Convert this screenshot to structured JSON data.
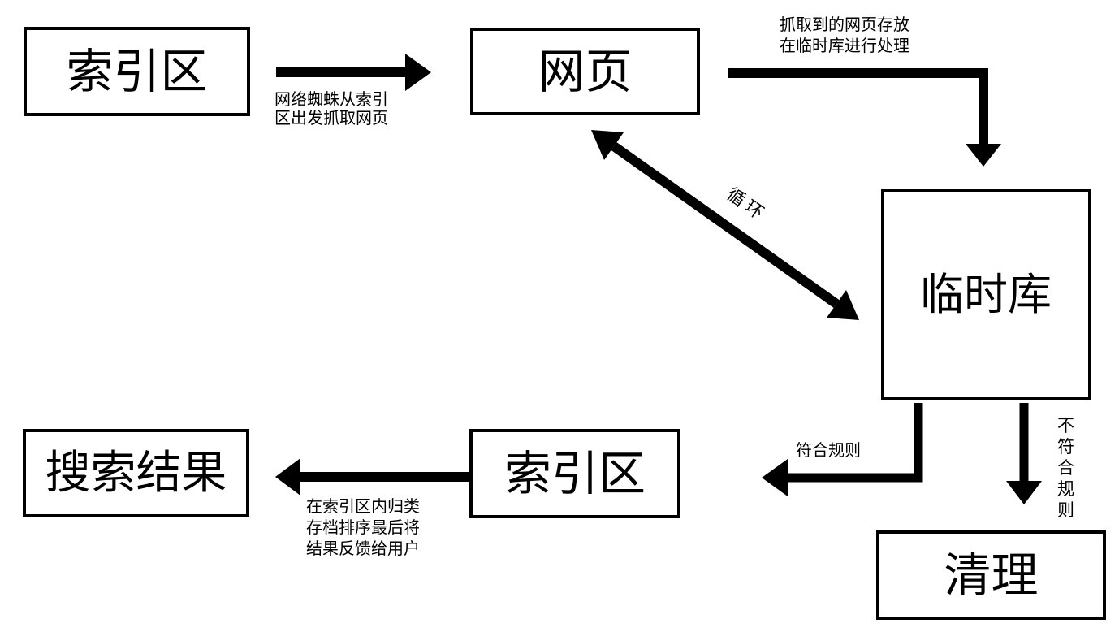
{
  "diagram": {
    "colors": {
      "ink": "#000000",
      "node_fill": "#ffffff",
      "background": "#ffffff"
    },
    "nodes": [
      {
        "id": "index_area_top",
        "label": "索引区"
      },
      {
        "id": "webpage",
        "label": "网页"
      },
      {
        "id": "temp_store",
        "label": "临时库"
      },
      {
        "id": "index_area_bottom",
        "label": "索引区"
      },
      {
        "id": "search_results",
        "label": "搜索结果"
      },
      {
        "id": "cleanup",
        "label": "清理"
      }
    ],
    "edges": [
      {
        "id": "spider_crawl",
        "from": "index_area_top",
        "to": "webpage",
        "direction": "right",
        "label_lines": [
          "网络蜘蛛从索引",
          "区出发抓取网页"
        ]
      },
      {
        "id": "store_in_temp",
        "from": "webpage",
        "to": "temp_store",
        "direction": "right-then-down",
        "label_lines": [
          "抓取到的网页存放",
          "在临时库进行处理"
        ]
      },
      {
        "id": "loop",
        "from": "webpage",
        "to": "temp_store",
        "direction": "bidirectional-diagonal",
        "label_lines": [
          "循环"
        ]
      },
      {
        "id": "match_rules",
        "from": "temp_store",
        "to": "index_area_bottom",
        "direction": "down-then-left",
        "label_lines": [
          "符合规则"
        ]
      },
      {
        "id": "not_match_rules",
        "from": "temp_store",
        "to": "cleanup",
        "direction": "down",
        "label_lines": [
          "不",
          "符",
          "合",
          "规",
          "则"
        ]
      },
      {
        "id": "feedback_to_user",
        "from": "index_area_bottom",
        "to": "search_results",
        "direction": "left",
        "label_lines": [
          "在索引区内归类",
          "存档排序最后将",
          "结果反馈给用户"
        ]
      }
    ]
  }
}
